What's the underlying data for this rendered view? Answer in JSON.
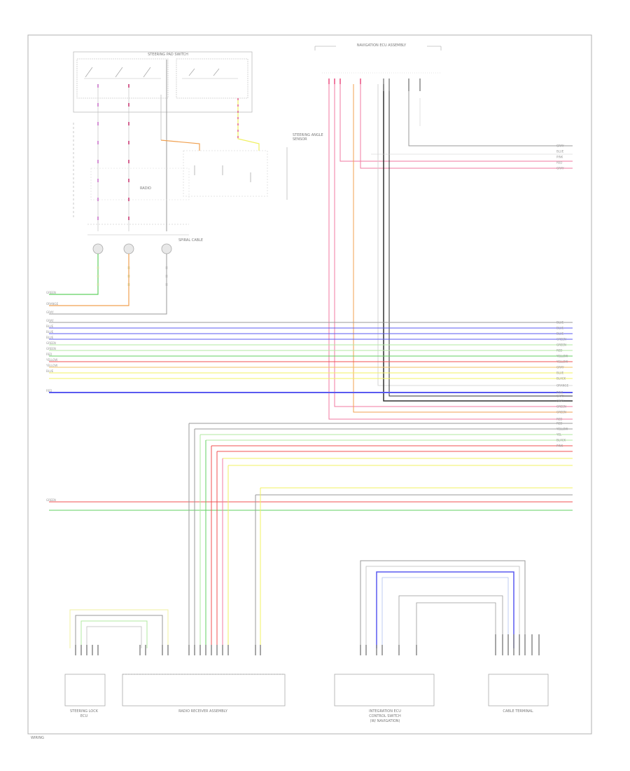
{
  "connector_labels": {
    "top_switch": "STEERING PAD SWITCH",
    "top_right_unit": "NAVIGATION ECU ASSEMBLY",
    "right_note": "STEERING ANGLE SENSOR",
    "radio_box": "RADIO",
    "bottom_1": "STEERING LOCK",
    "bottom_1b": "ECU",
    "bottom_2": "RADIO RECEIVER ASSEMBLY",
    "bottom_3": "INTEGRATION ECU",
    "bottom_3b": "CONTROL SWITCH",
    "bottom_3c": "(W/ NAVIGATION)",
    "bottom_4": "CABLE TERMINAL",
    "clock_spring": "SPIRAL CABLE",
    "footer": "WIRING"
  },
  "right_wire_codes": [
    "GRAY",
    "BLUE",
    "PINK",
    "RED",
    "GRAY",
    "BLUE",
    "BLUE",
    "BLUE",
    "GREEN",
    "GREEN",
    "RED",
    "YELLOW",
    "YELLOW",
    "GRAY",
    "BLUE",
    "BLACK",
    "ORANGE",
    "PINK",
    "GRAY",
    "GRAY",
    "GREEN",
    "GREEN",
    "RED",
    "RED",
    "YELLOW",
    "YEL",
    "BLACK",
    "PINK"
  ],
  "left_wire_codes": [
    "GREEN",
    "ORANGE",
    "GRAY",
    "GRAY",
    "BLUE",
    "BLUE",
    "BLUE",
    "GREEN",
    "GREEN",
    "RED",
    "YELLOW",
    "YELLOW",
    "BLUE",
    "RED",
    "GREEN"
  ],
  "colors": {
    "gray": "#9a9a9a",
    "blue": "#5a5af0",
    "pink": "#f07aa0",
    "red": "#f05050",
    "green": "#60d060",
    "lightgreen": "#b0e8a0",
    "yellow": "#f0f060",
    "orange": "#f0a050",
    "black": "#303030",
    "magenta": "#e040e0"
  }
}
